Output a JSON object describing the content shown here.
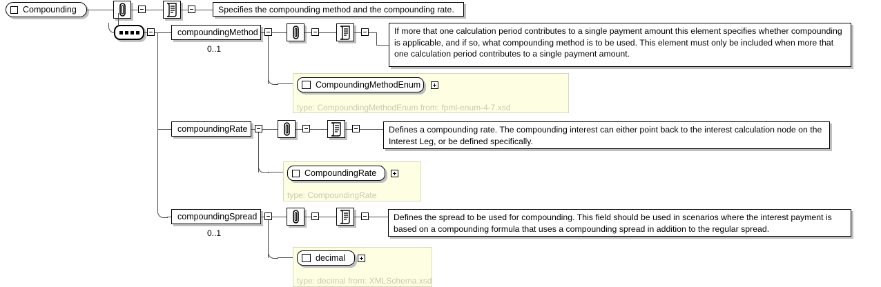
{
  "diagram": {
    "kind": "xsd-schema-diagram",
    "root": {
      "name": "Compounding",
      "icon": "complex-type-icon",
      "toggle": "collapse-box"
    },
    "compositor": {
      "kind": "sequence-compositor",
      "dots": 4
    },
    "root_documentation": "Specifies the compounding method and the compounding rate.",
    "icons": {
      "annotation": "paperclip-icon",
      "documentation": "scroll-icon",
      "expand": "plus-box-icon",
      "collapse": "minus-box-icon"
    },
    "elements": [
      {
        "name": "compoundingMethod",
        "cardinality": "0..1",
        "documentation": "If more that one calculation period contributes to a single payment amount this element specifies whether compounding is applicable, and if so, what compounding method is to be used. This element must only be included when more that one calculation period contributes to a single payment amount.",
        "type_box": {
          "label": "CompoundingMethodEnum",
          "icon": "simple-type-icon",
          "toggle": "expand-box"
        },
        "type_caption": "type: CompoundingMethodEnum from: fpml-enum-4-7.xsd"
      },
      {
        "name": "compoundingRate",
        "cardinality": "",
        "documentation": "Defines a compounding rate. The compounding interest can either point back to the interest calculation node on the Interest Leg, or be defined specifically.",
        "type_box": {
          "label": "CompoundingRate",
          "icon": "complex-type-icon",
          "toggle": "expand-box"
        },
        "type_caption": "type: CompoundingRate"
      },
      {
        "name": "compoundingSpread",
        "cardinality": "0..1",
        "documentation": "Defines the spread to be used for compounding. This field should be used in scenarios where the interest payment is based on a compounding formula that uses a compounding spread in addition to the regular spread.",
        "type_box": {
          "label": "decimal",
          "icon": "simple-type-icon",
          "toggle": "expand-box"
        },
        "type_caption": "type: decimal from: XMLSchema.xsd"
      }
    ],
    "colors": {
      "line": "#4a4a4a",
      "box_border": "#000000",
      "box_fill": "#ffffff",
      "shadow": "#bfbfbf",
      "type_panel_fill": "#feffe2",
      "type_panel_border": "#d8d8c0",
      "type_caption_text": "#c9c9b4",
      "background": "#ffffff"
    }
  }
}
